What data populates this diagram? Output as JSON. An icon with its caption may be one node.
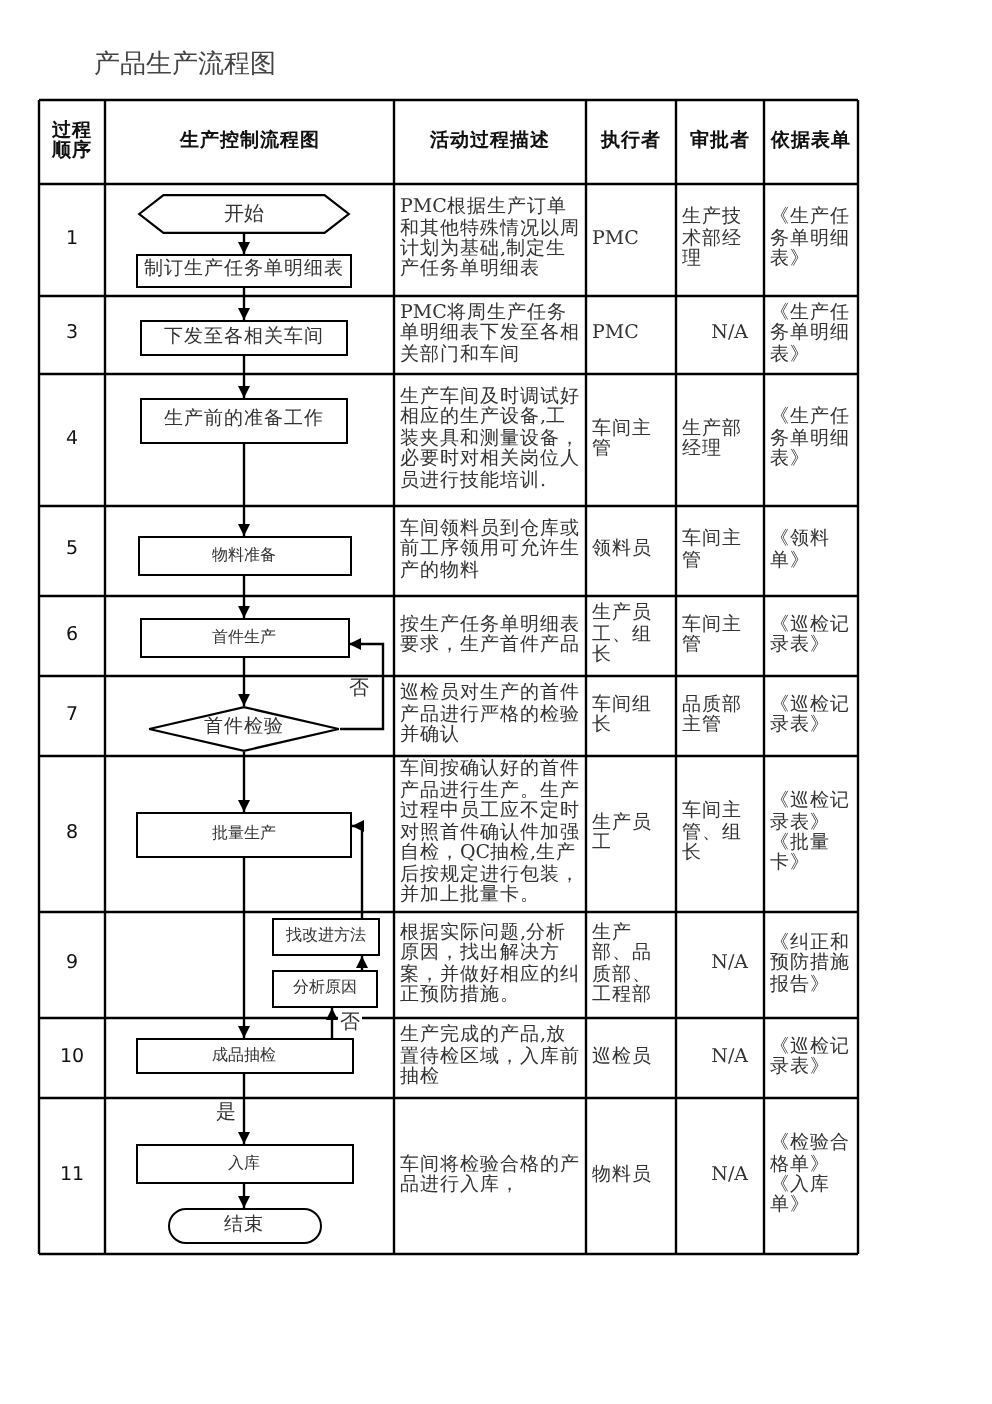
{
  "diagram": {
    "title": "产品生产流程图",
    "nodes": [
      {
        "text": [
          "开始"
        ]
      },
      {
        "text": [
          "制订生产任务单明细表"
        ]
      },
      {
        "text": [
          "下发至各相关车间"
        ]
      },
      {
        "text": [
          "生产前的准备工作"
        ]
      },
      {
        "text": [
          "物料准备"
        ]
      },
      {
        "text": [
          "首件生产"
        ]
      },
      {
        "text": [
          "首件检验"
        ]
      },
      {
        "text": [
          "批量生产"
        ]
      },
      {
        "text": [
          "找改进方法"
        ]
      },
      {
        "text": [
          "分析原因"
        ]
      },
      {
        "text": [
          "成品抽检"
        ]
      },
      {
        "text": [
          "入库"
        ]
      },
      {
        "text": [
          "结束"
        ]
      }
    ],
    "edges": [
      {
        "from": 0,
        "to": 1,
        "arrow": "to"
      },
      {
        "from": 1,
        "to": 2,
        "arrow": "to"
      },
      {
        "from": 2,
        "to": 3,
        "arrow": "to"
      },
      {
        "from": 3,
        "to": 4,
        "arrow": "to"
      },
      {
        "from": 4,
        "to": 5,
        "arrow": "to"
      },
      {
        "from": 5,
        "to": 6,
        "arrow": "to"
      },
      {
        "from": 6,
        "to": 5,
        "arrow": "to",
        "label": "否"
      },
      {
        "from": 6,
        "to": 7,
        "arrow": "to"
      },
      {
        "from": 7,
        "to": 10,
        "arrow": "to"
      },
      {
        "from": 10,
        "to": 9,
        "arrow": "to",
        "label": "否"
      },
      {
        "from": 9,
        "to": 8,
        "arrow": "to"
      },
      {
        "from": 8,
        "to": 7,
        "arrow": "to"
      },
      {
        "from": 10,
        "to": 11,
        "arrow": "to",
        "label": "是"
      },
      {
        "from": 11,
        "to": 12,
        "arrow": "to"
      }
    ],
    "labels": [
      "过程顺序",
      "生产控制流程图",
      "活动过程描述",
      "执行者",
      "审批者",
      "依据表单",
      "1",
      "PMC根据生产订单和其他特殊情况以周计划为基础,制定生产任务单明细表",
      "PMC",
      "生产技术部经理",
      "《生产任务单明细表》",
      "3",
      "PMC将周生产任务单明细表下发至各相关部门和车间",
      "PMC",
      "N/A",
      "《生产任务单明细表》",
      "4",
      "生产车间及时调试好相应的生产设备,工装夹具和测量设备，必要时对相关岗位人员进行技能培训.",
      "车间主管",
      "生产部经理",
      "《生产任务单明细表》",
      "5",
      "车间领料员到仓库或前工序领用可允许生产的物料",
      "领料员",
      "车间主管",
      "《领料单》",
      "6",
      "按生产任务单明细表要求，生产首件产品",
      "生产员工、组长",
      "车间主管",
      "《巡检记录表》",
      "7",
      "巡检员对生产的首件产品进行严格的检验并确认",
      "车间组长",
      "品质部主管",
      "《巡检记录表》",
      "8",
      "车间按确认好的首件产品进行生产。生产过程中员工应不定时对照首件确认件加强自检，QC抽检,生产后按规定进行包装，并加上批量卡。",
      "生产员工",
      "车间主管、组长",
      "《巡检记录表》《批量卡》",
      "9",
      "根据实际问题,分析原因，找出解决方案，并做好相应的纠正预防措施。",
      "生产部、品质部、工程部",
      "N/A",
      "《纠正和预防措施报告》",
      "10",
      "生产完成的产品,放置待检区域，入库前抽检",
      "巡检员",
      "N/A",
      "《巡检记录表》",
      "11",
      "车间将检验合格的产品进行入库，",
      "物料员",
      "N/A",
      "《检验合格单》《入库单》"
    ]
  }
}
